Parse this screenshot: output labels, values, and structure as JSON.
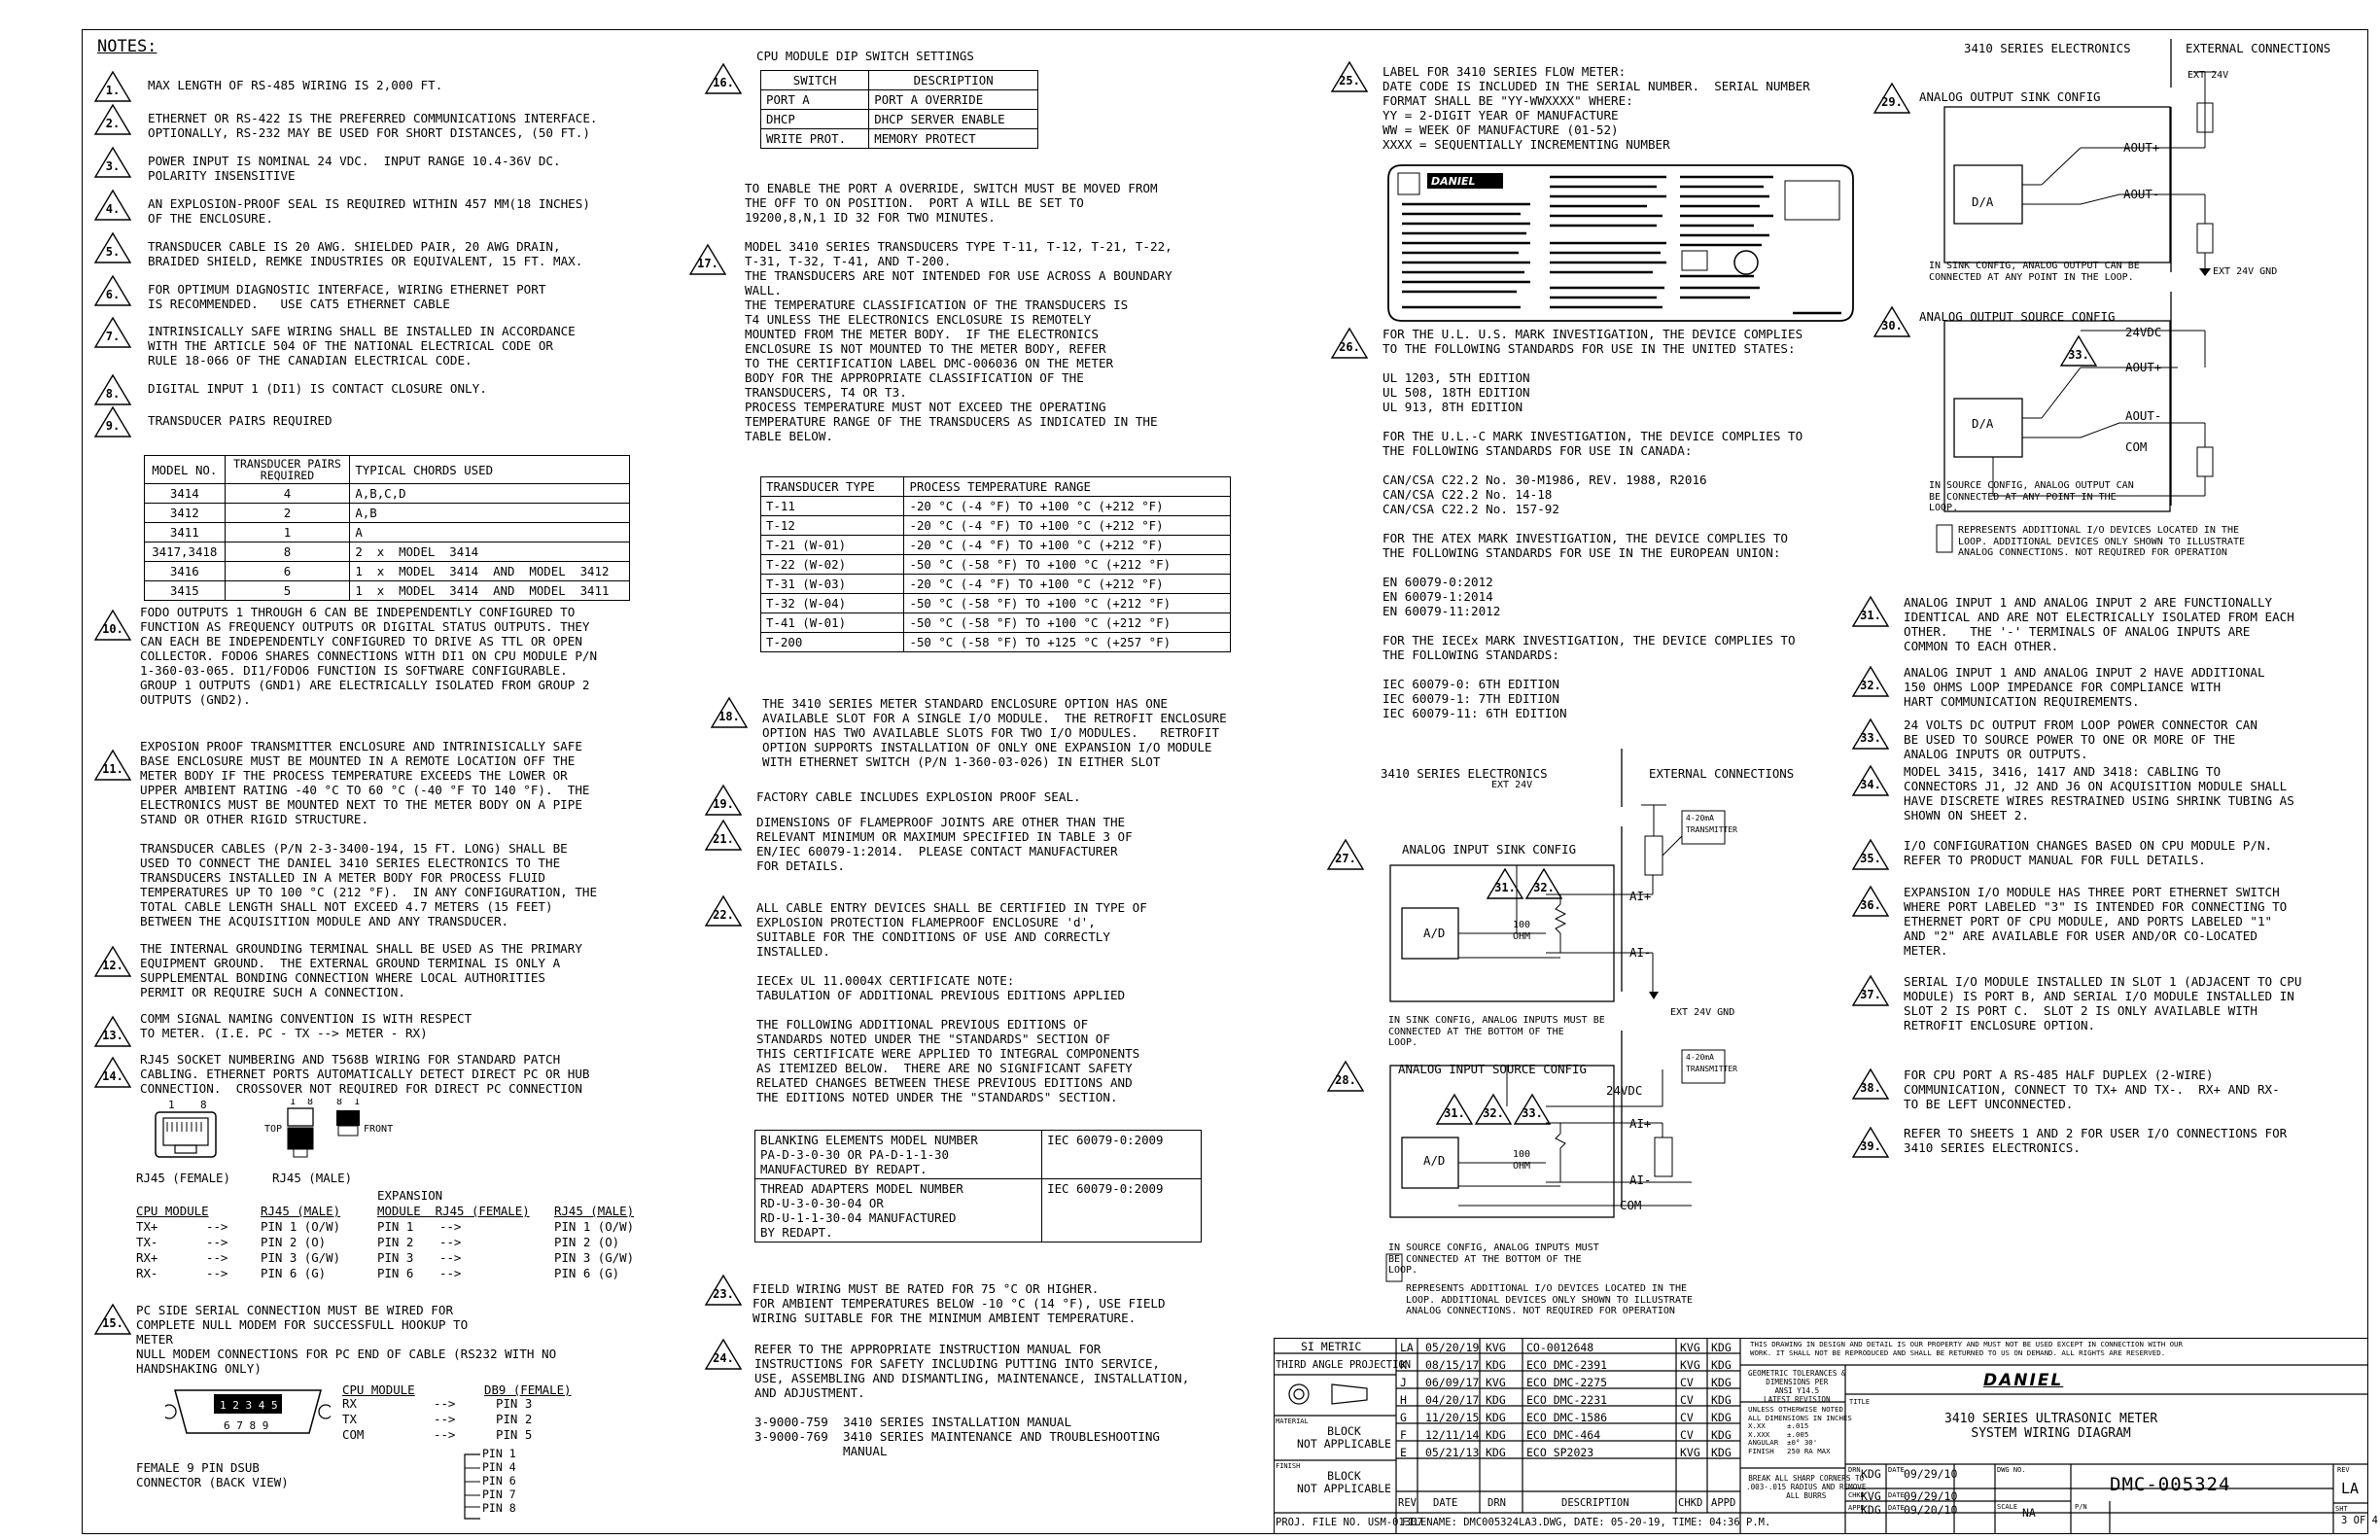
{
  "notes_heading": "NOTES:",
  "col1_notes": [
    {
      "num": "1.",
      "text": "MAX LENGTH OF RS-485 WIRING IS 2,000 FT."
    },
    {
      "num": "2.",
      "text": "ETHERNET OR RS-422 IS THE PREFERRED COMMUNICATIONS INTERFACE.\nOPTIONALLY, RS-232 MAY BE USED FOR SHORT DISTANCES, (50 FT.)"
    },
    {
      "num": "3.",
      "text": "POWER INPUT IS NOMINAL 24 VDC.  INPUT RANGE 10.4-36V DC.\nPOLARITY INSENSITIVE"
    },
    {
      "num": "4.",
      "text": "AN EXPLOSION-PROOF SEAL IS REQUIRED WITHIN 457 MM(18 INCHES)\nOF THE ENCLOSURE."
    },
    {
      "num": "5.",
      "text": "TRANSDUCER CABLE IS 20 AWG. SHIELDED PAIR, 20 AWG DRAIN,\nBRAIDED SHIELD, REMKE INDUSTRIES OR EQUIVALENT, 15 FT. MAX."
    },
    {
      "num": "6.",
      "text": "FOR OPTIMUM DIAGNOSTIC INTERFACE, WIRING ETHERNET PORT\nIS RECOMMENDED.   USE CAT5 ETHERNET CABLE"
    },
    {
      "num": "7.",
      "text": "INTRINSICALLY SAFE WIRING SHALL BE INSTALLED IN ACCORDANCE\nWITH THE ARTICLE 504 OF THE NATIONAL ELECTRICAL CODE OR\nRULE 18-066 OF THE CANADIAN ELECTRICAL CODE."
    },
    {
      "num": "8.",
      "text": "DIGITAL INPUT 1 (DI1) IS CONTACT CLOSURE ONLY."
    },
    {
      "num": "9.",
      "text": "TRANSDUCER PAIRS REQUIRED"
    }
  ],
  "transducer_pairs_table": {
    "headers": [
      "MODEL NO.",
      "TRANSDUCER PAIRS\nREQUIRED",
      "TYPICAL CHORDS USED"
    ],
    "rows": [
      [
        "3414",
        "4",
        "A,B,C,D"
      ],
      [
        "3412",
        "2",
        "A,B"
      ],
      [
        "3411",
        "1",
        "A"
      ],
      [
        "3417,3418",
        "8",
        "2  x  MODEL  3414"
      ],
      [
        "3416",
        "6",
        "1  x  MODEL  3414  AND  MODEL  3412"
      ],
      [
        "3415",
        "5",
        "1  x  MODEL  3414  AND  MODEL  3411"
      ]
    ]
  },
  "col1_notes_b": [
    {
      "num": "10.",
      "text": "FODO OUTPUTS 1 THROUGH 6 CAN BE INDEPENDENTLY CONFIGURED TO\nFUNCTION AS FREQUENCY OUTPUTS OR DIGITAL STATUS OUTPUTS. THEY\nCAN EACH BE INDEPENDENTLY CONFIGURED TO DRIVE AS TTL OR OPEN\nCOLLECTOR. FODO6 SHARES CONNECTIONS WITH DI1 ON CPU MODULE P/N\n1-360-03-065. DI1/FODO6 FUNCTION IS SOFTWARE CONFIGURABLE.\nGROUP 1 OUTPUTS (GND1) ARE ELECTRICALLY ISOLATED FROM GROUP 2\nOUTPUTS (GND2)."
    },
    {
      "num": "11.",
      "text": "EXPOSION PROOF TRANSMITTER ENCLOSURE AND INTRINISICALLY SAFE\nBASE ENCLOSURE MUST BE MOUNTED IN A REMOTE LOCATION OFF THE\nMETER BODY IF THE PROCESS TEMPERATURE EXCEEDS THE LOWER OR\nUPPER AMBIENT RATING -40 °C TO 60 °C (-40 °F TO 140 °F).  THE\nELECTRONICS MUST BE MOUNTED NEXT TO THE METER BODY ON A PIPE\nSTAND OR OTHER RIGID STRUCTURE.\n\nTRANSDUCER CABLES (P/N 2-3-3400-194, 15 FT. LONG) SHALL BE\nUSED TO CONNECT THE DANIEL 3410 SERIES ELECTRONICS TO THE\nTRANSDUCERS INSTALLED IN A METER BODY FOR PROCESS FLUID\nTEMPERATURES UP TO 100 °C (212 °F).  IN ANY CONFIGURATION, THE\nTOTAL CABLE LENGTH SHALL NOT EXCEED 4.7 METERS (15 FEET)\nBETWEEN THE ACQUISITION MODULE AND ANY TRANSDUCER."
    },
    {
      "num": "12.",
      "text": "THE INTERNAL GROUNDING TERMINAL SHALL BE USED AS THE PRIMARY\nEQUIPMENT GROUND.  THE EXTERNAL GROUND TERMINAL IS ONLY A\nSUPPLEMENTAL BONDING CONNECTION WHERE LOCAL AUTHORITIES\nPERMIT OR REQUIRE SUCH A CONNECTION."
    },
    {
      "num": "13.",
      "text": "COMM SIGNAL NAMING CONVENTION IS WITH RESPECT\nTO METER. (I.E. PC - TX --> METER - RX)"
    },
    {
      "num": "14.",
      "text": "RJ45 SOCKET NUMBERING AND T568B WIRING FOR STANDARD PATCH\nCABLING. ETHERNET PORTS AUTOMATICALLY DETECT DIRECT PC OR HUB\nCONNECTION.  CROSSOVER NOT REQUIRED FOR DIRECT PC CONNECTION"
    }
  ],
  "rj45": {
    "female_label": "RJ45 (FEMALE)",
    "male_label": "RJ45 (MALE)",
    "top_label": "TOP",
    "front_label": "FRONT",
    "pin1": "1",
    "pin8": "8",
    "expansion_label": "EXPANSION",
    "headers": [
      "CPU MODULE",
      "RJ45 (MALE)",
      "MODULE  RJ45 (FEMALE)",
      "RJ45 (MALE)"
    ],
    "rows": [
      [
        "TX+",
        "-->",
        "PIN 1 (O/W)",
        "PIN 1",
        "-->",
        "PIN 1 (O/W)"
      ],
      [
        "TX-",
        "-->",
        "PIN 2 (O)",
        "PIN 2",
        "-->",
        "PIN 2 (O)"
      ],
      [
        "RX+",
        "-->",
        "PIN 3 (G/W)",
        "PIN 3",
        "-->",
        "PIN 3 (G/W)"
      ],
      [
        "RX-",
        "-->",
        "PIN 6 (G)",
        "PIN 6",
        "-->",
        "PIN 6 (G)"
      ]
    ]
  },
  "note15": {
    "num": "15.",
    "text": "PC SIDE SERIAL CONNECTION MUST BE WIRED FOR\nCOMPLETE NULL MODEM FOR SUCCESSFULL HOOKUP TO\nMETER\nNULL MODEM CONNECTIONS FOR PC END OF CABLE (RS232 WITH NO\nHANDSHAKING ONLY)"
  },
  "db9": {
    "cpu_header": "CPU MODULE",
    "db9_header": "DB9 (FEMALE)",
    "rows": [
      [
        "RX",
        "-->",
        "PIN 3"
      ],
      [
        "TX",
        "-->",
        "PIN 2"
      ],
      [
        "COM",
        "-->",
        "PIN 5"
      ]
    ],
    "jumper_pins": [
      "PIN 1",
      "PIN 4",
      "PIN 6",
      "PIN 7",
      "PIN 8"
    ],
    "top_pins": "1 2 3 4 5",
    "bottom_pins": "6 7 8 9",
    "caption": "FEMALE 9 PIN DSUB\nCONNECTOR (BACK VIEW)"
  },
  "col2": {
    "note16_title": "CPU MODULE DIP SWITCH SETTINGS",
    "dip_headers": [
      "SWITCH",
      "DESCRIPTION"
    ],
    "dip_rows": [
      [
        "PORT A",
        "PORT A OVERRIDE"
      ],
      [
        "DHCP",
        "DHCP SERVER ENABLE"
      ],
      [
        "WRITE PROT.",
        "MEMORY PROTECT"
      ]
    ],
    "note16_text": "TO ENABLE THE PORT A OVERRIDE, SWITCH MUST BE MOVED FROM\nTHE OFF TO ON POSITION.  PORT A WILL BE SET TO\n19200,8,N,1 ID 32 FOR TWO MINUTES.",
    "note17_text": "MODEL 3410 SERIES TRANSDUCERS TYPE T-11, T-12, T-21, T-22,\nT-31, T-32, T-41, AND T-200.\nTHE TRANSDUCERS ARE NOT INTENDED FOR USE ACROSS A BOUNDARY\nWALL.\nTHE TEMPERATURE CLASSIFICATION OF THE TRANSDUCERS IS\nT4 UNLESS THE ELECTRONICS ENCLOSURE IS REMOTELY\nMOUNTED FROM THE METER BODY.  IF THE ELECTRONICS\nENCLOSURE IS NOT MOUNTED TO THE METER BODY, REFER\nTO THE CERTIFICATION LABEL DMC-006036 ON THE METER\nBODY FOR THE APPROPRIATE CLASSIFICATION OF THE\nTRANSDUCERS, T4 OR T3.\nPROCESS TEMPERATURE MUST NOT EXCEED THE OPERATING\nTEMPERATURE RANGE OF THE TRANSDUCERS AS INDICATED IN THE\nTABLE BELOW.",
    "temp_headers": [
      "TRANSDUCER TYPE",
      "PROCESS TEMPERATURE RANGE"
    ],
    "temp_rows": [
      [
        "T-11",
        "-20 °C (-4 °F) TO +100 °C (+212 °F)"
      ],
      [
        "T-12",
        "-20 °C (-4 °F) TO +100 °C (+212 °F)"
      ],
      [
        "T-21 (W-01)",
        "-20 °C (-4 °F) TO +100 °C (+212 °F)"
      ],
      [
        "T-22 (W-02)",
        "-50 °C (-58 °F) TO +100 °C (+212 °F)"
      ],
      [
        "T-31 (W-03)",
        "-20 °C (-4 °F) TO +100 °C (+212 °F)"
      ],
      [
        "T-32 (W-04)",
        "-50 °C (-58 °F) TO +100 °C (+212 °F)"
      ],
      [
        "T-41 (W-01)",
        "-50 °C (-58 °F) TO +100 °C (+212 °F)"
      ],
      [
        "T-200",
        "-50 °C (-58 °F) TO +125 °C (+257 °F)"
      ]
    ],
    "note18_text": "THE 3410 SERIES METER STANDARD ENCLOSURE OPTION HAS ONE\nAVAILABLE SLOT FOR A SINGLE I/O MODULE.  THE RETROFIT ENCLOSURE\nOPTION HAS TWO AVAILABLE SLOTS FOR TWO I/O MODULES.   RETROFIT\nOPTION SUPPORTS INSTALLATION OF ONLY ONE EXPANSION I/O MODULE\nWITH ETHERNET SWITCH (P/N 1-360-03-026) IN EITHER SLOT",
    "note19_text": "FACTORY CABLE INCLUDES EXPLOSION PROOF SEAL.",
    "note21_text": "DIMENSIONS OF FLAMEPROOF JOINTS ARE OTHER THAN THE\nRELEVANT MINIMUM OR MAXIMUM SPECIFIED IN TABLE 3 OF\nEN/IEC 60079-1:2014.  PLEASE CONTACT MANUFACTURER\nFOR DETAILS.",
    "note22_text": "ALL CABLE ENTRY DEVICES SHALL BE CERTIFIED IN TYPE OF\nEXPLOSION PROTECTION FLAMEPROOF ENCLOSURE 'd',\nSUITABLE FOR THE CONDITIONS OF USE AND CORRECTLY\nINSTALLED.\n\nIECEx UL 11.0004X CERTIFICATE NOTE:\nTABULATION OF ADDITIONAL PREVIOUS EDITIONS APPLIED\n\nTHE FOLLOWING ADDITIONAL PREVIOUS EDITIONS OF\nSTANDARDS NOTED UNDER THE \"STANDARDS\" SECTION OF\nTHIS CERTIFICATE WERE APPLIED TO INTEGRAL COMPONENTS\nAS ITEMIZED BELOW.  THERE ARE NO SIGNIFICANT SAFETY\nRELATED CHANGES BETWEEN THESE PREVIOUS EDITIONS AND\nTHE EDITIONS NOTED UNDER THE \"STANDARDS\" SECTION.",
    "editions_rows": [
      [
        "BLANKING ELEMENTS MODEL NUMBER\nPA-D-3-0-30 OR PA-D-1-1-30\nMANUFACTURED BY REDAPT.",
        "IEC 60079-0:2009"
      ],
      [
        "THREAD ADAPTERS MODEL NUMBER\nRD-U-3-0-30-04 OR\nRD-U-1-1-30-04 MANUFACTURED\nBY REDAPT.",
        "IEC 60079-0:2009"
      ]
    ],
    "note23_text": "FIELD WIRING MUST BE RATED FOR 75 °C OR HIGHER.\nFOR AMBIENT TEMPERATURES BELOW -10 °C (14 °F), USE FIELD\nWIRING SUITABLE FOR THE MINIMUM AMBIENT TEMPERATURE.",
    "note24_text": "REFER TO THE APPROPRIATE INSTRUCTION MANUAL FOR\nINSTRUCTIONS FOR SAFETY INCLUDING PUTTING INTO SERVICE,\nUSE, ASSEMBLING AND DISMANTLING, MAINTENANCE, INSTALLATION,\nAND ADJUSTMENT.\n\n3-9000-759  3410 SERIES INSTALLATION MANUAL\n3-9000-769  3410 SERIES MAINTENANCE AND TROUBLESHOOTING\n            MANUAL"
  },
  "col3": {
    "note25_text": "LABEL FOR 3410 SERIES FLOW METER:\nDATE CODE IS INCLUDED IN THE SERIAL NUMBER.  SERIAL NUMBER\nFORMAT SHALL BE \"YY-WWXXXX\" WHERE:\nYY = 2-DIGIT YEAR OF MANUFACTURE\nWW = WEEK OF MANUFACTURE (01-52)\nXXXX = SEQUENTIALLY INCREMENTING NUMBER",
    "label_brand": "DANIEL",
    "note26_text": "FOR THE U.L. U.S. MARK INVESTIGATION, THE DEVICE COMPLIES\nTO THE FOLLOWING STANDARDS FOR USE IN THE UNITED STATES:\n\nUL 1203, 5TH EDITION\nUL 508, 18TH EDITION\nUL 913, 8TH EDITION\n\nFOR THE U.L.-C MARK INVESTIGATION, THE DEVICE COMPLIES TO\nTHE FOLLOWING STANDARDS FOR USE IN CANADA:\n\nCAN/CSA C22.2 No. 30-M1986, REV. 1988, R2016\nCAN/CSA C22.2 No. 14-18\nCAN/CSA C22.2 No. 157-92\n\nFOR THE ATEX MARK INVESTIGATION, THE DEVICE COMPLIES TO\nTHE FOLLOWING STANDARDS FOR USE IN THE EUROPEAN UNION:\n\nEN 60079-0:2012\nEN 60079-1:2014\nEN 60079-11:2012\n\nFOR THE IECEx MARK INVESTIGATION, THE DEVICE COMPLIES TO\nTHE FOLLOWING STANDARDS:\n\nIEC 60079-0: 6TH EDITION\nIEC 60079-1: 7TH EDITION\nIEC 60079-11: 6TH EDITION",
    "electronics_header": "3410 SERIES ELECTRONICS",
    "external_header": "EXTERNAL CONNECTIONS",
    "ext24": "EXT 24V",
    "ext24gnd": "EXT 24V GND",
    "loop_xmtr": "4-20mA\nTRANSMITTER",
    "sink_title": "ANALOG INPUT SINK CONFIG",
    "source_title": "ANALOG INPUT SOURCE CONFIG",
    "ad": "A/D",
    "ohm": "100\nOHM",
    "ai_plus": "AI+",
    "ai_minus": "AI-",
    "vdc24": "24VDC",
    "com": "COM",
    "sink_caption": "IN SINK CONFIG, ANALOG INPUTS MUST BE\nCONNECTED AT THE BOTTOM OF THE\nLOOP.",
    "source_caption": "IN SOURCE CONFIG, ANALOG INPUTS MUST\nBE CONNECTED AT THE BOTTOM OF THE\nLOOP.",
    "legend_caption": "REPRESENTS ADDITIONAL I/O DEVICES LOCATED IN THE\nLOOP. ADDITIONAL DEVICES ONLY SHOWN TO ILLUSTRATE\nANALOG CONNECTIONS. NOT REQUIRED FOR OPERATION"
  },
  "col4": {
    "electronics_header": "3410 SERIES ELECTRONICS",
    "external_header": "EXTERNAL CONNECTIONS",
    "sink_title": "ANALOG OUTPUT SINK CONFIG",
    "source_title": "ANALOG OUTPUT SOURCE CONFIG",
    "da": "D/A",
    "aout_plus": "AOUT+",
    "aout_minus": "AOUT-",
    "vdc24": "24VDC",
    "com": "COM",
    "ext24": "EXT 24V",
    "ext24gnd": "EXT 24V GND",
    "sink_caption": "IN SINK CONFIG, ANALOG OUTPUT CAN BE\nCONNECTED AT ANY POINT IN THE LOOP.",
    "source_caption": "IN SOURCE CONFIG, ANALOG OUTPUT CAN\nBE CONNECTED AT ANY POINT IN THE\nLOOP.",
    "legend_caption": "REPRESENTS ADDITIONAL I/O DEVICES LOCATED IN THE\nLOOP. ADDITIONAL DEVICES ONLY SHOWN TO ILLUSTRATE\nANALOG CONNECTIONS. NOT REQUIRED FOR OPERATION",
    "notes": [
      {
        "num": "31.",
        "text": "ANALOG INPUT 1 AND ANALOG INPUT 2 ARE FUNCTIONALLY\nIDENTICAL AND ARE NOT ELECTRICALLY ISOLATED FROM EACH\nOTHER.   THE '-' TERMINALS OF ANALOG INPUTS ARE\nCOMMON TO EACH OTHER."
      },
      {
        "num": "32.",
        "text": "ANALOG INPUT 1 AND ANALOG INPUT 2 HAVE ADDITIONAL\n150 OHMS LOOP IMPEDANCE FOR COMPLIANCE WITH\nHART COMMUNICATION REQUIREMENTS."
      },
      {
        "num": "33.",
        "text": "24 VOLTS DC OUTPUT FROM LOOP POWER CONNECTOR CAN\nBE USED TO SOURCE POWER TO ONE OR MORE OF THE\nANALOG INPUTS OR OUTPUTS."
      },
      {
        "num": "34.",
        "text": "MODEL 3415, 3416, 1417 AND 3418: CABLING TO\nCONNECTORS J1, J2 AND J6 ON ACQUISITION MODULE SHALL\nHAVE DISCRETE WIRES RESTRAINED USING SHRINK TUBING AS\nSHOWN ON SHEET 2."
      },
      {
        "num": "35.",
        "text": "I/O CONFIGURATION CHANGES BASED ON CPU MODULE P/N.\nREFER TO PRODUCT MANUAL FOR FULL DETAILS."
      },
      {
        "num": "36.",
        "text": "EXPANSION I/O MODULE HAS THREE PORT ETHERNET SWITCH\nWHERE PORT LABELED \"3\" IS INTENDED FOR CONNECTING TO\nETHERNET PORT OF CPU MODULE, AND PORTS LABELED \"1\"\nAND \"2\" ARE AVAILABLE FOR USER AND/OR CO-LOCATED\nMETER."
      },
      {
        "num": "37.",
        "text": "SERIAL I/O MODULE INSTALLED IN SLOT 1 (ADJACENT TO CPU\nMODULE) IS PORT B, AND SERIAL I/O MODULE INSTALLED IN\nSLOT 2 IS PORT C.  SLOT 2 IS ONLY AVAILABLE WITH\nRETROFIT ENCLOSURE OPTION."
      },
      {
        "num": "38.",
        "text": "FOR CPU PORT A RS-485 HALF DUPLEX (2-WIRE)\nCOMMUNICATION, CONNECT TO TX+ AND TX-.  RX+ AND RX-\nTO BE LEFT UNCONNECTED."
      },
      {
        "num": "39.",
        "text": "REFER TO SHEETS 1 AND 2 FOR USER I/O CONNECTIONS FOR\n3410 SERIES ELECTRONICS."
      }
    ]
  },
  "title_block": {
    "si_metric": "SI METRIC",
    "third_angle": "THIRD ANGLE PROJECTION",
    "material_label": "MATERIAL",
    "material_value": "BLOCK\nNOT APPLICABLE",
    "finish_label": "FINISH",
    "finish_value": "BLOCK\nNOT APPLICABLE",
    "proj_file": "PROJ. FILE NO. USM-01307",
    "revisions": [
      [
        "LA",
        "05/20/19",
        "KVG",
        "CO-0012648",
        "KVG",
        "KDG"
      ],
      [
        "K",
        "08/15/17",
        "KDG",
        "ECO DMC-2391",
        "KVG",
        "KDG"
      ],
      [
        "J",
        "06/09/17",
        "KVG",
        "ECO DMC-2275",
        "CV",
        "KDG"
      ],
      [
        "H",
        "04/20/17",
        "KDG",
        "ECO DMC-2231",
        "CV",
        "KDG"
      ],
      [
        "G",
        "11/20/15",
        "KDG",
        "ECO DMC-1586",
        "CV",
        "KDG"
      ],
      [
        "F",
        "12/11/14",
        "KDG",
        "ECO DMC-464",
        "CV",
        "KDG"
      ],
      [
        "E",
        "05/21/13",
        "KDG",
        "ECO SP2023",
        "KVG",
        "KDG"
      ]
    ],
    "rev_headers": [
      "REV",
      "DATE",
      "DRN",
      "DESCRIPTION",
      "CHKD",
      "APPD"
    ],
    "filename": "FILENAME: DMC005324LA3.DWG, DATE: 05-20-19, TIME: 04:36 P.M.",
    "proprietary": "THIS DRAWING IN DESIGN AND DETAIL IS OUR PROPERTY AND MUST NOT BE USED EXCEPT IN CONNECTION WITH OUR\nWORK. IT SHALL NOT BE REPRODUCED AND SHALL BE RETURNED TO US ON DEMAND. ALL RIGHTS ARE RESERVED.",
    "gdt": "GEOMETRIC TOLERANCES &\nDIMENSIONS PER\nANSI Y14.5\nLATEST REVISION",
    "tolerances": "UNLESS OTHERWISE NOTED\nALL DIMENSIONS IN INCHES\nX.XX     ±.015\nX.XXX    ±.005\nANGULAR  ±0° 30'\nFINISH   250 RA MAX",
    "break_edges": "BREAK ALL SHARP CORNERS TO\n.003-.015 RADIUS AND REMOVE\nALL BURRS",
    "company": "DANIEL",
    "title_label": "TITLE",
    "title": "3410 SERIES ULTRASONIC METER\nSYSTEM WIRING DIAGRAM",
    "drn_label": "DRN",
    "drn_value": "KDG",
    "chkd_label": "CHKD",
    "chkd_value": "KVG",
    "appd_label": "APPD",
    "appd_value": "KDG",
    "date_label": "DATE",
    "drn_date": "09/29/10",
    "chkd_date": "09/29/10",
    "appd_date": "09/20/10",
    "dwg_no_label": "DWG NO.",
    "dwg_no": "DMC-005324",
    "scale_label": "SCALE",
    "scale_value": "NA",
    "pn_label": "P/N",
    "rev_label": "REV",
    "rev_value": "LA",
    "sheet_label": "SHT",
    "sheet_value": "3 OF 4"
  }
}
